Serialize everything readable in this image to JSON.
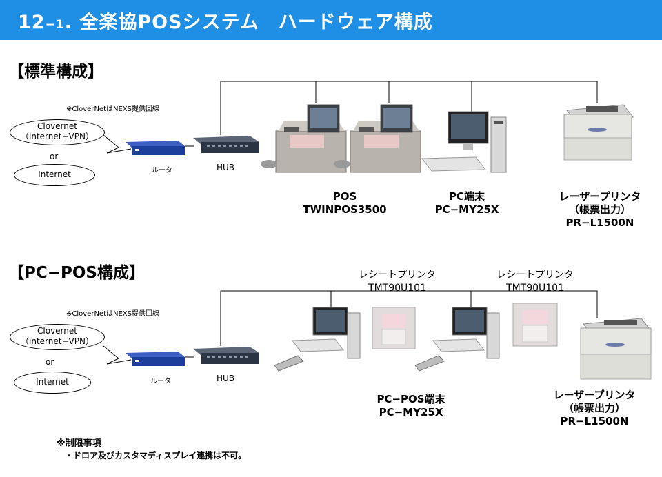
{
  "header": {
    "number_large": "12",
    "number_small": "−1",
    "title": ". 全楽協POSシステム　ハードウェア構成"
  },
  "standard": {
    "section_title": "【標準構成】",
    "note": "※CloverNetはNEXS提供回線",
    "network_ellipse": [
      "Clovernet",
      "（internet−VPN）"
    ],
    "or_label": "or",
    "internet_ellipse": "Internet",
    "router_label": "ルータ",
    "hub_label": "HUB",
    "pos_label": [
      "POS",
      "TWINPOS3500"
    ],
    "pc_label": [
      "PC端末",
      "PC−MY25X"
    ],
    "printer_label": [
      "レーザープリンタ",
      "（帳票出力）",
      "PR−L1500N"
    ]
  },
  "pcpos": {
    "section_title": "【PC−POS構成】",
    "note": "※CloverNetはNEXS提供回線",
    "network_ellipse": [
      "Clovernet",
      "（internet−VPN）"
    ],
    "or_label": "or",
    "internet_ellipse": "Internet",
    "router_label": "ルータ",
    "hub_label": "HUB",
    "receipt_printer_1": [
      "レシートプリンタ",
      "TMT90U101"
    ],
    "receipt_printer_2": [
      "レシートプリンタ",
      "TMT90U101"
    ],
    "pcpos_label": [
      "PC−POS端末",
      "PC−MY25X"
    ],
    "printer_label": [
      "レーザープリンタ",
      "（帳票出力）",
      "PR−L1500N"
    ]
  },
  "restrictions": {
    "title": "※制限事項",
    "body": "・ドロア及びカスタマディスプレイ連携は不可。"
  },
  "colors": {
    "header_bg": "#1f8fe6",
    "router_blue": "#1b3f9a",
    "hub_navy": "#2b3442",
    "device_gray": "#c9c9c9"
  }
}
